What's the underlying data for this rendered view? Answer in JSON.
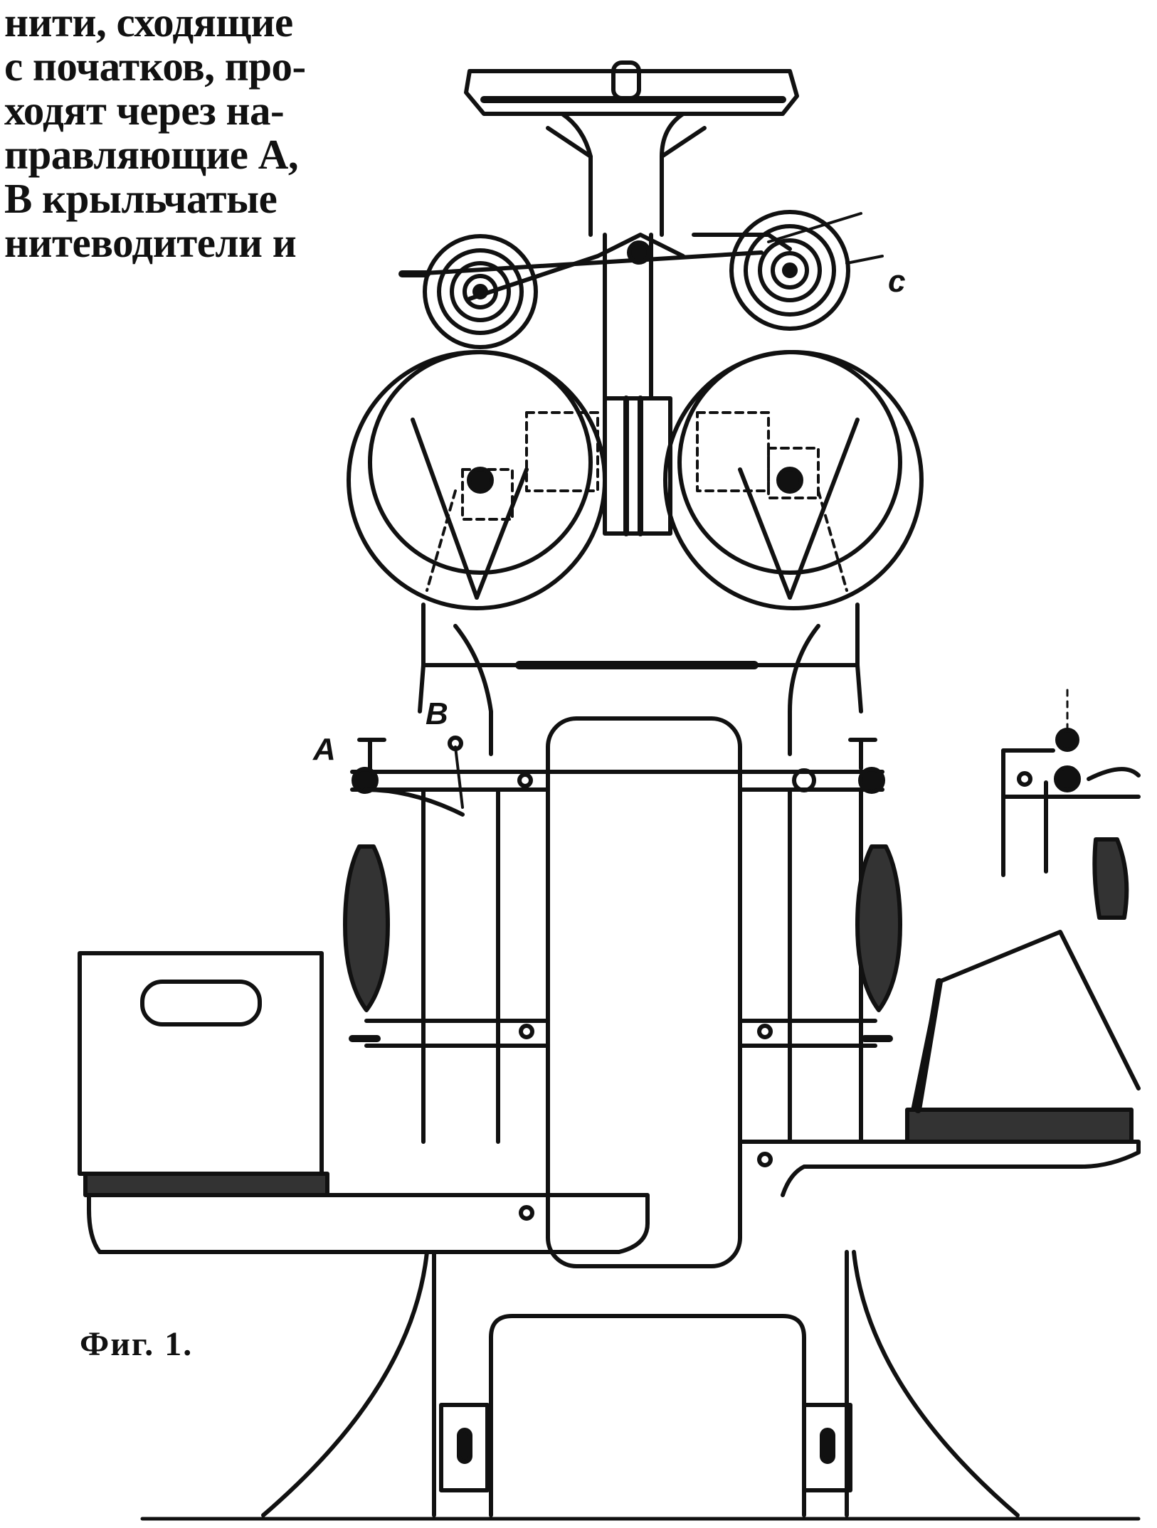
{
  "text": {
    "lines": [
      "нити, сходящие",
      "с початков, про-",
      "ходят через на-",
      "правляющие A,",
      "B  крыльчатые",
      "нитеводители и"
    ]
  },
  "figure": {
    "caption": "Фиг. 1.",
    "labels": {
      "a": "A",
      "b": "B",
      "c": "c"
    }
  }
}
